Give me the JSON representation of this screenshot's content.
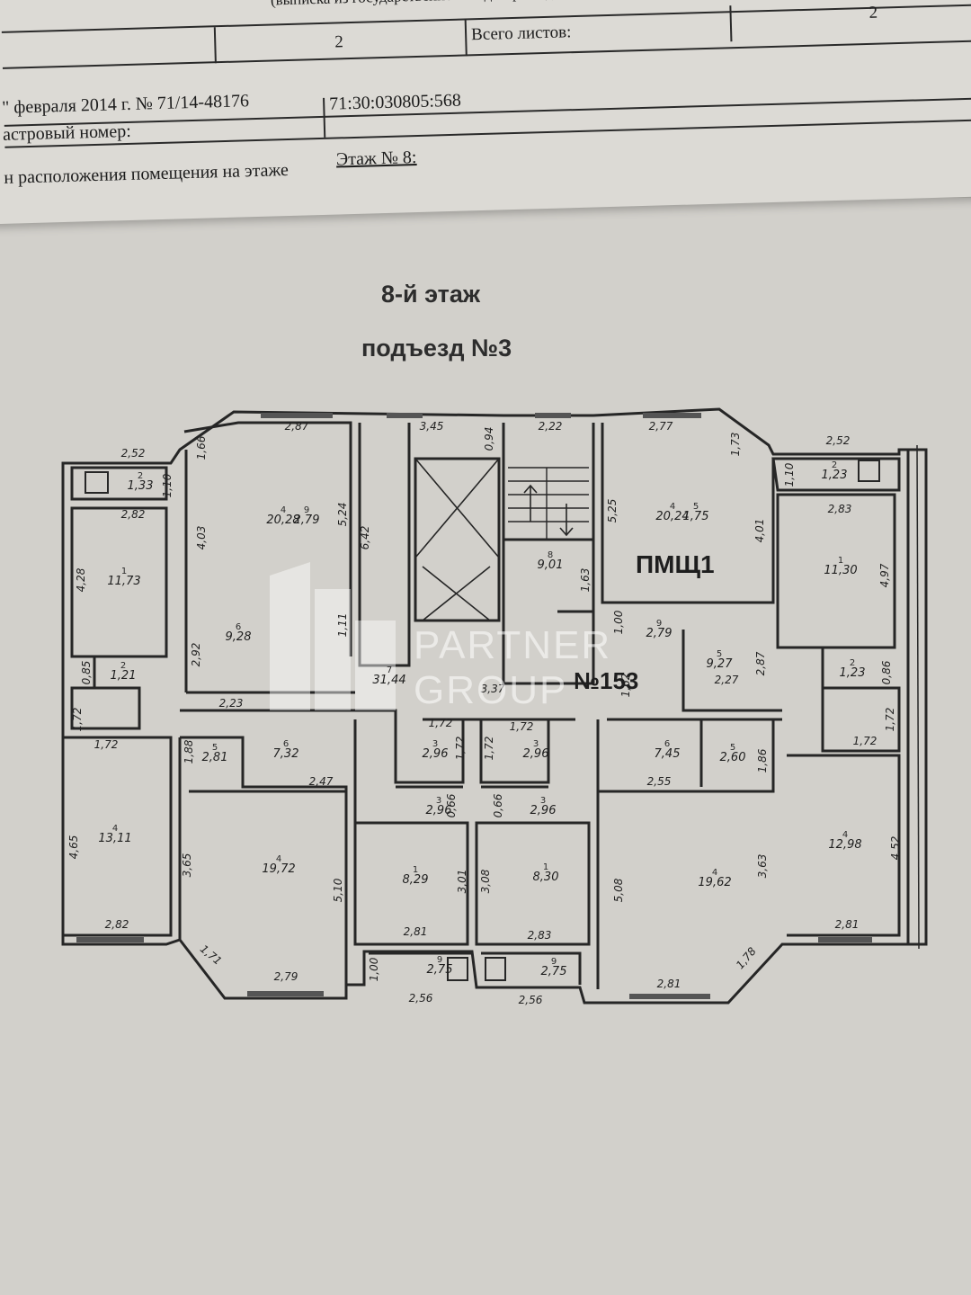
{
  "header": {
    "subtitle": "(выписка из государственного кадастра недвижимости)",
    "sheet_number": "2",
    "total_sheets_label": "Всего листов:",
    "total_sheets_value": "2",
    "date_line": "\" февраля 2014 г. № 71/14-48176",
    "cadastral_label": "астровый номер:",
    "cadastral_value": "71:30:030805:568",
    "location_label": "н расположения помещения на этаже",
    "floor_ref": "Этаж № 8:"
  },
  "plan": {
    "floor_title": "8-й этаж",
    "entrance_title": "подъезд №3",
    "unit_label": "ПМЩ1",
    "apartment_label": "№153"
  },
  "watermark": {
    "line1": "PARTNER",
    "line2": "GROUP"
  },
  "room_labels": [
    {
      "num": "4",
      "area": "20,28"
    },
    {
      "num": "4",
      "area": "20,24"
    },
    {
      "num": "1",
      "area": "11,73"
    },
    {
      "num": "1",
      "area": "11,30"
    },
    {
      "num": "8",
      "area": "9,01"
    },
    {
      "num": "6",
      "area": "9,28"
    },
    {
      "num": "5",
      "area": "9,27"
    },
    {
      "num": "7",
      "area": "31,44"
    },
    {
      "num": "4",
      "area": "13,11"
    },
    {
      "num": "4",
      "area": "12,98"
    },
    {
      "num": "4",
      "area": "19,72"
    },
    {
      "num": "4",
      "area": "19,62"
    },
    {
      "num": "1",
      "area": "8,29"
    },
    {
      "num": "1",
      "area": "8,30"
    },
    {
      "num": "6",
      "area": "7,32"
    },
    {
      "num": "6",
      "area": "7,45"
    },
    {
      "num": "5",
      "area": "2,81"
    },
    {
      "num": "5",
      "area": "2,60"
    },
    {
      "num": "3",
      "area": "2,96"
    },
    {
      "num": "3",
      "area": "2,96"
    },
    {
      "num": "3",
      "area": "2,96"
    },
    {
      "num": "3",
      "area": "2,96"
    },
    {
      "num": "2",
      "area": "1,21"
    },
    {
      "num": "2",
      "area": "1,23"
    },
    {
      "num": "2",
      "area": "1,33"
    },
    {
      "num": "2",
      "area": "1,23"
    },
    {
      "num": "9",
      "area": "2,75"
    },
    {
      "num": "9",
      "area": "2,75"
    },
    {
      "num": "9",
      "area": "2,79"
    },
    {
      "num": "9",
      "area": "2,79"
    },
    {
      "num": "5",
      "area": "1,75"
    }
  ],
  "dimensions": [
    "2,52",
    "2,87",
    "3,45",
    "2,22",
    "2,77",
    "2,52",
    "1,66",
    "0,94",
    "1,73",
    "1,10",
    "1,10",
    "2,82",
    "2,83",
    "4,28",
    "4,03",
    "5,24",
    "6,42",
    "5,25",
    "4,01",
    "4,97",
    "1,63",
    "1,00",
    "0,85",
    "0,86",
    "2,92",
    "1,11",
    "2,87",
    "1,62",
    "1,72",
    "1,72",
    "1,72",
    "1,72",
    "1,72",
    "1,72",
    "2,23",
    "3,37",
    "2,27",
    "1,72",
    "1,72",
    "1,88",
    "2,47",
    "2,55",
    "1,86",
    "0,66",
    "0,66",
    "4,65",
    "3,65",
    "5,10",
    "3,01",
    "3,08",
    "5,08",
    "3,63",
    "4,52",
    "2,82",
    "2,81",
    "2,83",
    "2,81",
    "2,81",
    "1,71",
    "1,78",
    "2,79",
    "1,00",
    "2,56",
    "2,56"
  ]
}
